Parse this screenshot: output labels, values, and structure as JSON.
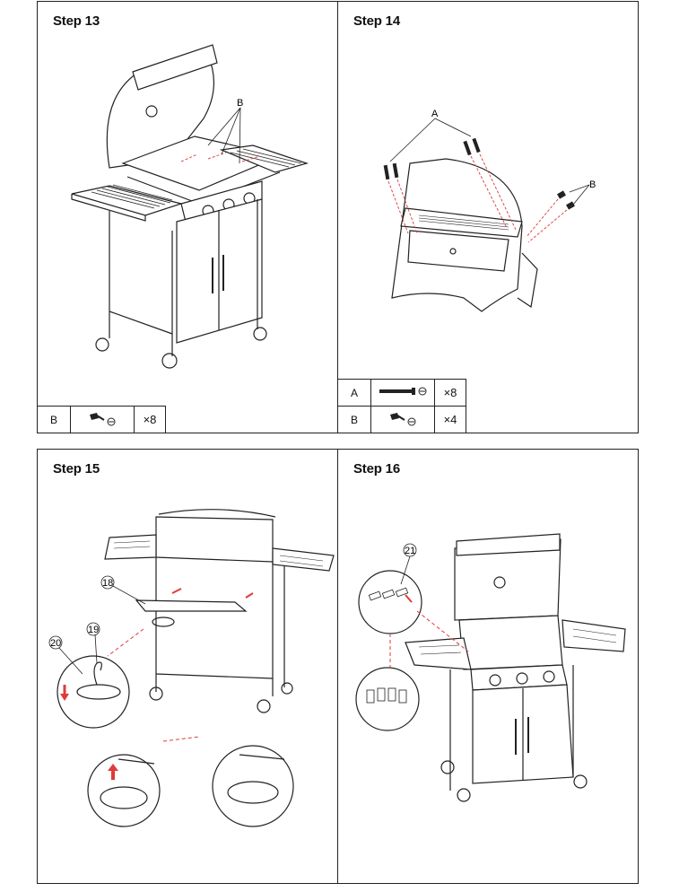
{
  "steps": [
    {
      "id": 13,
      "title": "Step 13",
      "callouts": [
        "B"
      ],
      "parts": [
        {
          "label": "B",
          "qty": "×8",
          "icon": "screw-with-washer-icon"
        }
      ]
    },
    {
      "id": 14,
      "title": "Step 14",
      "callouts": [
        "A",
        "B"
      ],
      "parts": [
        {
          "label": "A",
          "qty": "×8",
          "icon": "long-bolt-icon"
        },
        {
          "label": "B",
          "qty": "×4",
          "icon": "screw-with-washer-icon"
        }
      ]
    },
    {
      "id": 15,
      "title": "Step 15",
      "callouts": [
        "18",
        "19",
        "20"
      ],
      "parts": []
    },
    {
      "id": 16,
      "title": "Step 16",
      "callouts": [
        "21"
      ],
      "parts": []
    }
  ],
  "colors": {
    "line": "#222222",
    "arrow": "#e03a3a",
    "dash": "#e04a4a"
  }
}
